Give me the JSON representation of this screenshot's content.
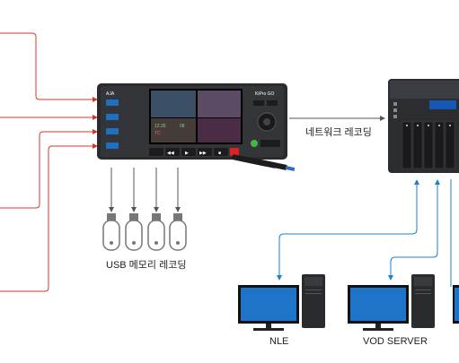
{
  "labels": {
    "network_recording": "네트워크 레코딩",
    "usb_memory_recording": "USB 메모리 레코딩",
    "nle": "NLE",
    "vod_server": "VOD SERVER"
  },
  "device": {
    "brand": "AJA",
    "model": "KiPro GO"
  },
  "colors": {
    "input_lines": "#d9342b",
    "network_lines": "#1f7fc9",
    "usb_lines": "#555555",
    "monitor_screen": "#1d74c8"
  }
}
